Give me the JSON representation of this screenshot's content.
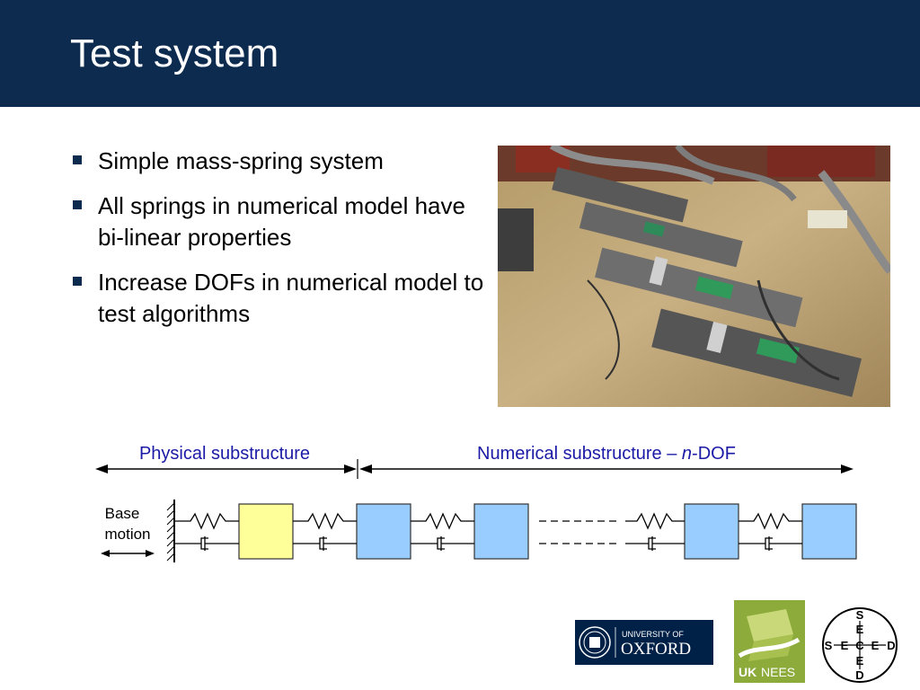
{
  "slide": {
    "title": "Test system",
    "bullets": [
      "Simple mass-spring system",
      "All springs in numerical model have bi-linear properties",
      "Increase DOFs in numerical model to test algorithms"
    ]
  },
  "diagram": {
    "physical_label": "Physical substructure",
    "numerical_label_prefix": "Numerical substructure – ",
    "numerical_label_n": "n",
    "numerical_label_suffix": "-DOF",
    "base_label_line1": "Base",
    "base_label_line2": "motion"
  },
  "logos": {
    "oxford_line1": "UNIVERSITY OF",
    "oxford_line2": "OXFORD",
    "uknees_uk": "UK",
    "uknees_nees": "NEES",
    "seced_top": "S",
    "seced_e1": "E",
    "seced_center": "C",
    "seced_e2": "E",
    "seced_bottom": "D",
    "seced_left_s": "S",
    "seced_left_e": "E",
    "seced_right_e": "E",
    "seced_right_d": "D"
  },
  "colors": {
    "header_bg": "#0d2a4f",
    "physical_mass": "#ffff99",
    "numerical_mass": "#99ccff",
    "label_blue": "#1a1aa6",
    "uknees_green": "#8dab3b"
  }
}
